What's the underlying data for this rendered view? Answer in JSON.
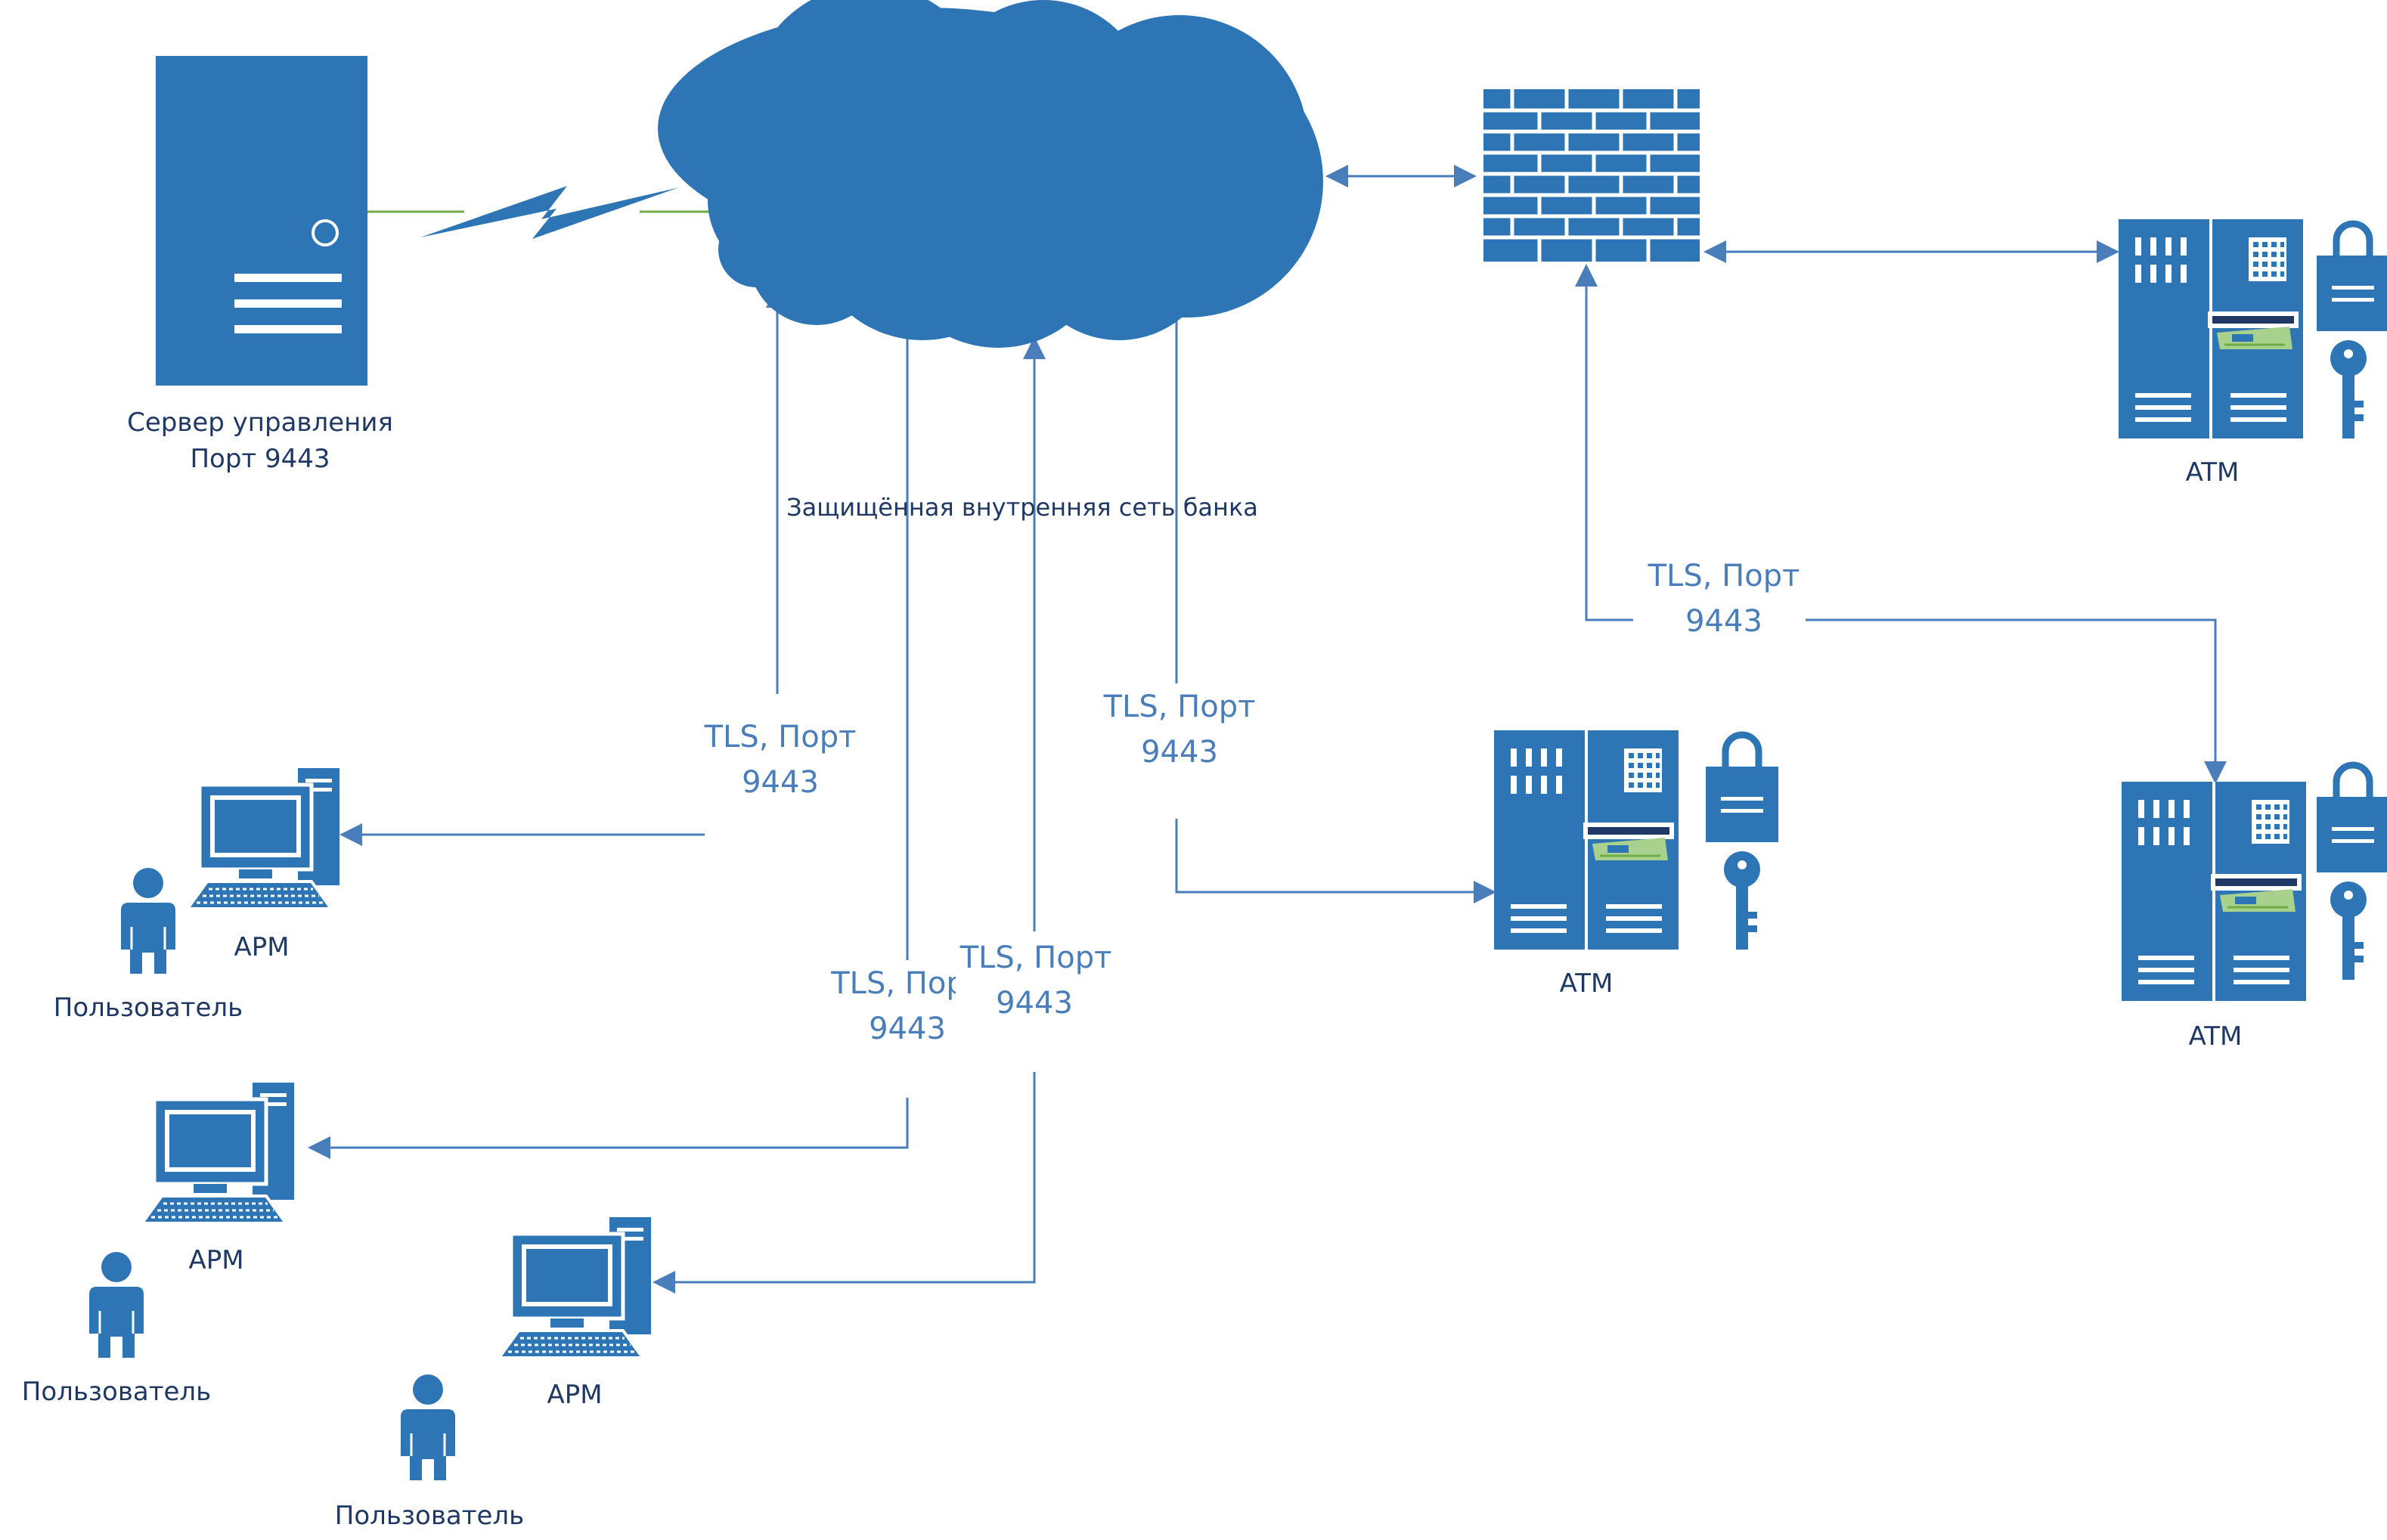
{
  "colors": {
    "blue": "#2e75b6",
    "arrow": "#4a7ebb",
    "link": "#70ad47",
    "dark": "#1f3864",
    "card": "#a9d18e"
  },
  "server": {
    "icon": "server-icon",
    "label_line1": "Сервер управления",
    "label_line2": "Порт 9443"
  },
  "network": {
    "icon": "cloud-icon",
    "label": "Защищённая внутренняя сеть банка"
  },
  "firewall": {
    "icon": "firewall-icon"
  },
  "tls": {
    "line1": "TLS, Порт",
    "line2": "9443",
    "line1_cut": "TLS, Пор"
  },
  "atm": {
    "icon": "atm-icon",
    "label": "ATM"
  },
  "workstation": {
    "icon": "computer-icon",
    "label": "АРМ"
  },
  "user": {
    "icon": "user-icon",
    "label": "Пользователь"
  }
}
